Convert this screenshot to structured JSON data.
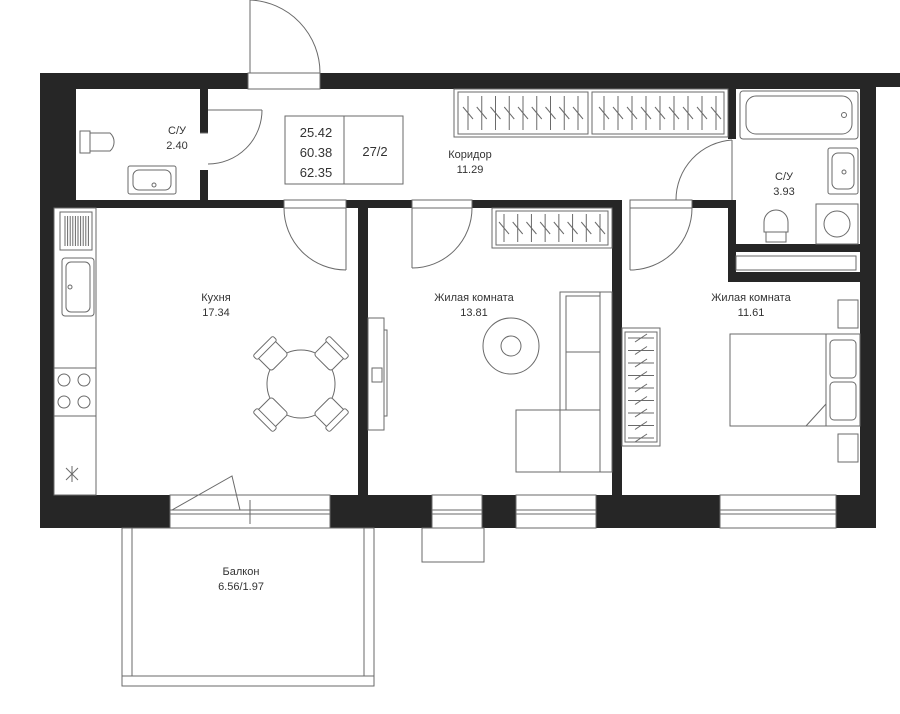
{
  "info_box": {
    "areas": [
      "25.42",
      "60.38",
      "62.35"
    ],
    "floor": "27/2"
  },
  "rooms": {
    "wc_small": {
      "name": "С/У",
      "area": "2.40"
    },
    "corridor": {
      "name": "Коридор",
      "area": "11.29"
    },
    "wc_big": {
      "name": "С/У",
      "area": "3.93"
    },
    "kitchen": {
      "name": "Кухня",
      "area": "17.34"
    },
    "living_1": {
      "name": "Жилая комната",
      "area": "13.81"
    },
    "living_2": {
      "name": "Жилая комната",
      "area": "11.61"
    },
    "balcony": {
      "name": "Балкон",
      "area": "6.56/1.97"
    }
  },
  "colors": {
    "wall": "#262626",
    "line": "#6a6a6a",
    "text": "#333333"
  }
}
